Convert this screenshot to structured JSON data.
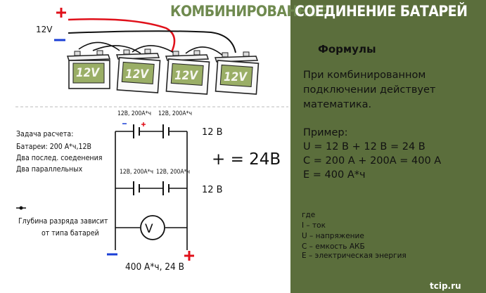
{
  "title": {
    "left": "КОМБИНИРОВАННОЕ",
    "right": "СОЕДИНЕНИЕ БАТАРЕЙ"
  },
  "batteries": {
    "supply_voltage": "12V",
    "labels": [
      "12V",
      "12V",
      "12V",
      "12V"
    ]
  },
  "formulas_panel": {
    "heading": "Формулы",
    "intro": "При комбинированном подключении действует математика.",
    "example_label": "Пример:",
    "formulas": [
      "U = 12 В + 12 В = 24 В",
      "С = 200 А + 200А = 400 А",
      "E = 400 А*ч"
    ],
    "legend_title": "где",
    "legend": [
      "I – ток",
      "U – напряжение",
      "С – емкость АКБ",
      "Е – электрическая энергия"
    ]
  },
  "task": {
    "title": "Задача расчета:",
    "lines": [
      "Батареи: 200 А*ч,12В",
      "Два послед. соеденения",
      "Два параллельных"
    ]
  },
  "depth_note": {
    "line1": "Глубина разряда зависит",
    "line2": "от типа батарей"
  },
  "schematic": {
    "cell_labels_top": [
      "12В, 200А*ч",
      "12В, 200А*ч"
    ],
    "cell_labels_mid": [
      "12В, 200А*ч",
      "12В, 200А*ч"
    ],
    "branch_voltages": [
      "12 В",
      "12 В"
    ],
    "sum": "+ = 24В",
    "meter": "V",
    "caption": "400 А*ч, 24 В"
  },
  "site": "tcip.ru",
  "colors": {
    "right_panel": "#5b6e3c",
    "title_left": "#6f8a4f",
    "plus": "#e0101a",
    "minus": "#1a3fd6"
  }
}
